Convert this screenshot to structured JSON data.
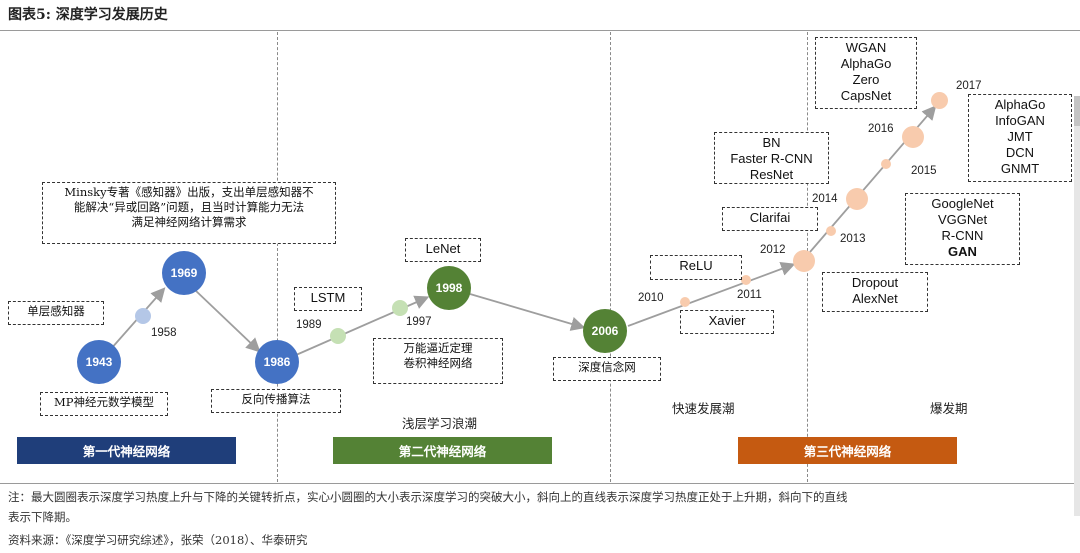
{
  "figure_title": "图表5:  深度学习发展历史",
  "nodes": [
    {
      "label": "1943",
      "type": "major",
      "color": "#4472C4"
    },
    {
      "label": "1969",
      "type": "major",
      "color": "#4472C4"
    },
    {
      "label": "1986",
      "type": "major",
      "color": "#4472C4"
    },
    {
      "label": "1998",
      "type": "major",
      "color": "#548235"
    },
    {
      "label": "2006",
      "type": "major",
      "color": "#548235"
    }
  ],
  "minor_points": [
    {
      "year": "1958",
      "color": "#B4C7E7"
    },
    {
      "year": "1989",
      "color": "#C5E0B4"
    },
    {
      "year": "1997",
      "color": "#C5E0B4"
    },
    {
      "year": "2010",
      "color": "#F8CBAD"
    },
    {
      "year": "2011",
      "color": "#F8CBAD"
    },
    {
      "year": "2012",
      "color": "#F8CBAD"
    },
    {
      "year": "2013",
      "color": "#F8CBAD"
    },
    {
      "year": "2014",
      "color": "#F8CBAD"
    },
    {
      "year": "2015",
      "color": "#F8CBAD"
    },
    {
      "year": "2016",
      "color": "#F8CBAD"
    },
    {
      "year": "2017",
      "color": "#F8CBAD"
    }
  ],
  "boxes": {
    "minsky": [
      "Minsky专著《感知器》出版，支出单层感知器不",
      "能解决“异或回路”问题，且当时计算能力无法",
      "满足神经网络计算需求"
    ],
    "single_perceptron": [
      "单层感知器"
    ],
    "mp_model": [
      "MP神经元数学模型"
    ],
    "backprop": [
      "反向传播算法"
    ],
    "lstm": [
      "LSTM"
    ],
    "lenet": [
      "LeNet"
    ],
    "universal": [
      "万能逼近定理",
      "卷积神经网络"
    ],
    "dbn": [
      "深度信念网"
    ],
    "relu": [
      "ReLU"
    ],
    "xavier": [
      "Xavier"
    ],
    "clarifai": [
      "Clarifai"
    ],
    "bn_group": [
      "BN",
      "Faster R-CNN",
      "ResNet"
    ],
    "wgan_group": [
      "WGAN",
      "AlphaGo",
      "Zero",
      "CapsNet"
    ],
    "alphago_group": [
      "AlphaGo",
      "InfoGAN",
      "JMT",
      "DCN",
      "GNMT"
    ],
    "googlenet_group": [
      "GoogleNet",
      "VGGNet",
      "R-CNN",
      "GAN"
    ],
    "dropout_group": [
      "Dropout",
      "AlexNet"
    ]
  },
  "eras": {
    "shallow": "浅层学习浪潮",
    "fast": "快速发展潮",
    "boom": "爆发期"
  },
  "bands": [
    {
      "label": "第一代神经网络",
      "color": "#1F3E7A"
    },
    {
      "label": "第二代神经网络",
      "color": "#548235"
    },
    {
      "label": "第三代神经网络",
      "color": "#C55A11"
    }
  ],
  "notes": {
    "note_line1": "注：最大圆圈表示深度学习热度上升与下降的关键转折点，实心小圆圈的大小表示深度学习的突破大小，斜向上的直线表示深度学习热度正处于上升期，斜向下的直线",
    "note_line2": "表示下降期。",
    "source": "资料来源：《深度学习研究综述》，张荣（2018）、华泰研究"
  },
  "colors": {
    "first_gen": "#4472C4",
    "second_gen": "#548235",
    "third_gen": "#F4B183",
    "arrow": "#9E9E9E"
  }
}
